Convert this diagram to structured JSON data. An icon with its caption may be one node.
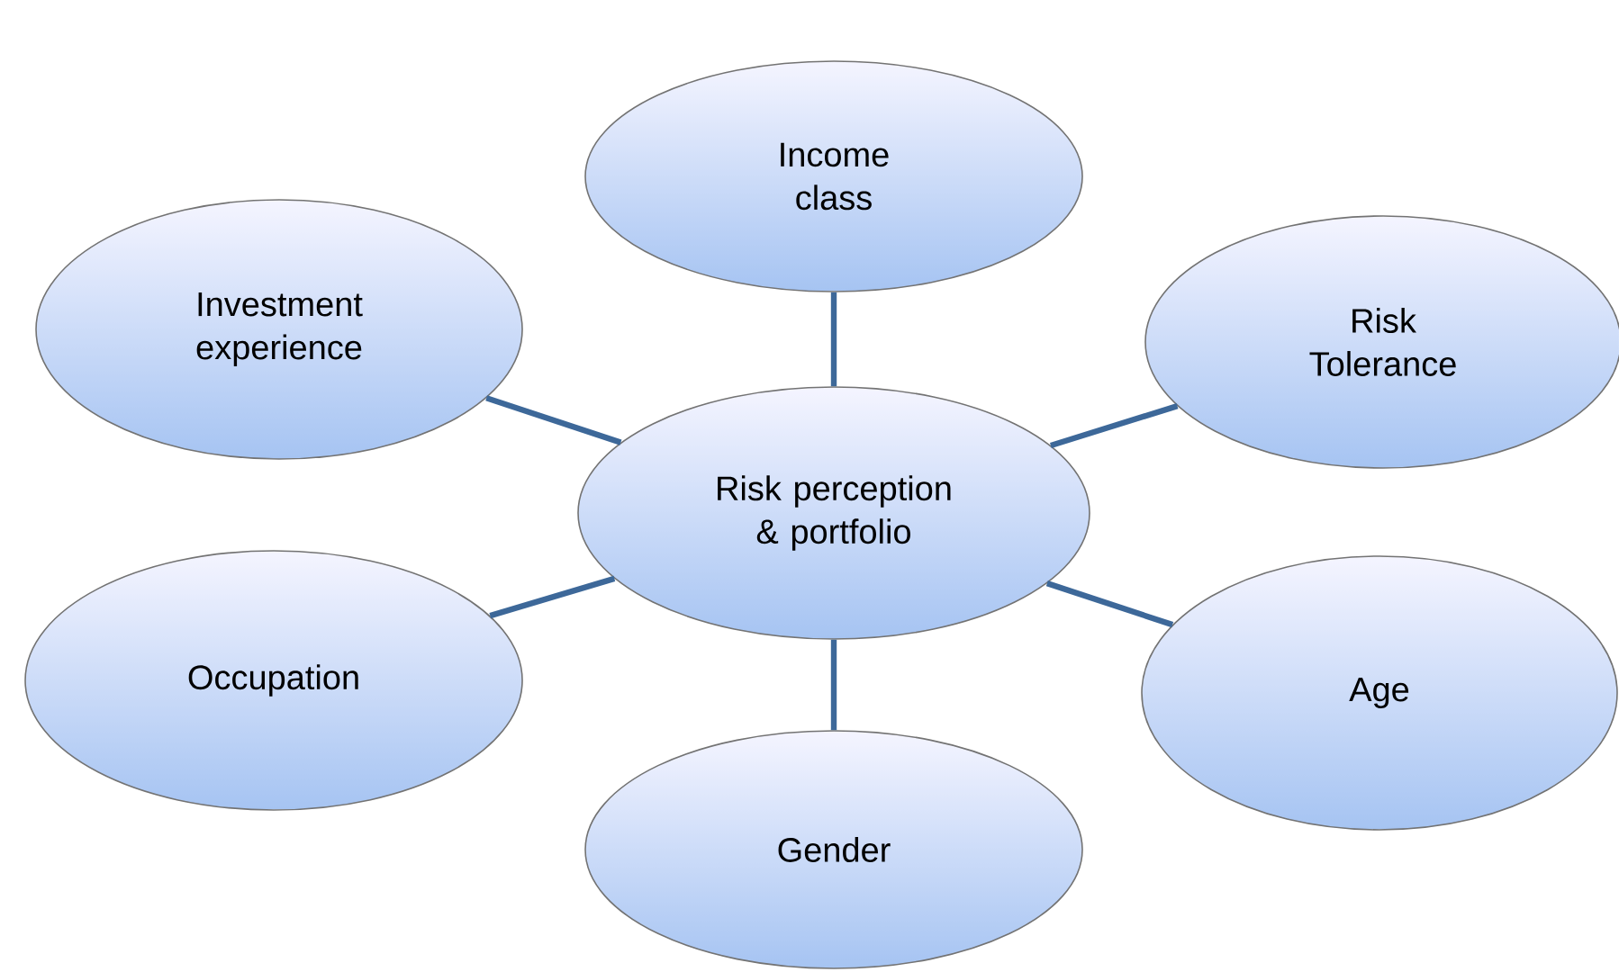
{
  "diagram": {
    "nodes": [
      {
        "text": [
          "Income class"
        ]
      },
      {
        "text": [
          "Investment experience"
        ]
      },
      {
        "text": [
          "Risk Tolerance"
        ]
      },
      {
        "text": [
          "Risk perception & portfolio"
        ]
      },
      {
        "text": [
          "Occupation"
        ]
      },
      {
        "text": [
          "Age"
        ]
      },
      {
        "text": [
          "Gender"
        ]
      }
    ],
    "edges": [
      {
        "from": 3,
        "to": 0,
        "arrow": "none"
      },
      {
        "from": 3,
        "to": 1,
        "arrow": "none"
      },
      {
        "from": 3,
        "to": 2,
        "arrow": "none"
      },
      {
        "from": 3,
        "to": 4,
        "arrow": "none"
      },
      {
        "from": 3,
        "to": 5,
        "arrow": "none"
      },
      {
        "from": 3,
        "to": 6,
        "arrow": "none"
      }
    ]
  }
}
